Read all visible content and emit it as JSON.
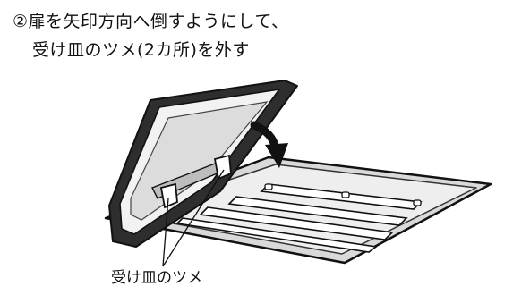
{
  "instruction": {
    "line1": "②扉を矢印方向へ倒すようにして、",
    "line2": "受け皿のツメ(2カ所)を外す"
  },
  "callout": {
    "label": "受け皿のツメ"
  }
}
